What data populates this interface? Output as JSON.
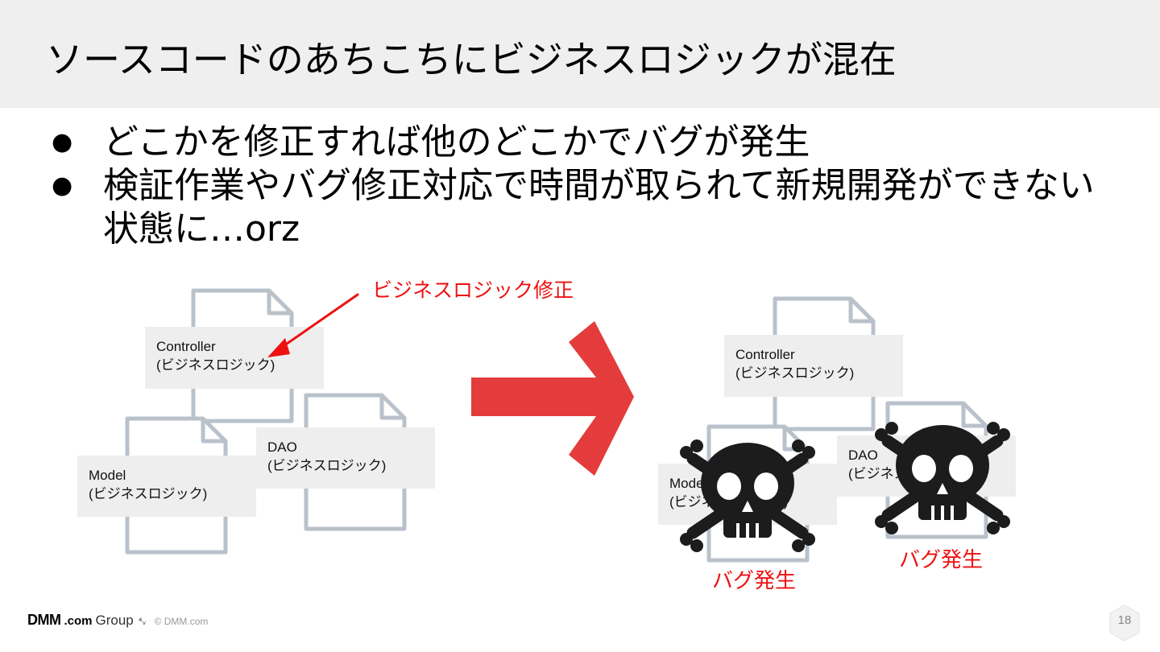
{
  "slide": {
    "title": "ソースコードのあちこちにビジネスロジックが混在",
    "bullets": [
      "どこかを修正すれば他のどこかでバグが発生",
      "検証作業やバグ修正対応で時間が取られて新規開発ができない状態に…orz"
    ],
    "bullet_marker": "●"
  },
  "diagram": {
    "annotation": "ビジネスロジック修正",
    "before": {
      "controller": {
        "name": "Controller",
        "sub": "(ビジネスロジック)"
      },
      "model": {
        "name": "Model",
        "sub": "(ビジネスロジック)"
      },
      "dao": {
        "name": "DAO",
        "sub": "(ビジネスロジック)"
      }
    },
    "after": {
      "controller": {
        "name": "Controller",
        "sub": "(ビジネスロジック)"
      },
      "model": {
        "name": "Model",
        "sub": "(ビジネスロジック)"
      },
      "dao": {
        "name": "DAO",
        "sub": "(ビジネスロジック)"
      }
    },
    "bug_labels": [
      "バグ発生",
      "バグ発生"
    ]
  },
  "footer": {
    "logo_main": "DMM",
    "logo_com": ".com",
    "logo_group": "Group",
    "logo_glyph": "⁴ᵥ",
    "copyright": "© DMM.com",
    "page_number": "18"
  },
  "colors": {
    "title_band": "#efefef",
    "accent_red": "#ee1111",
    "arrow_red": "#e43c3c",
    "doc_outline": "#b9c2cb",
    "label_bg": "#eeeeee",
    "skull": "#1c1c1c"
  }
}
